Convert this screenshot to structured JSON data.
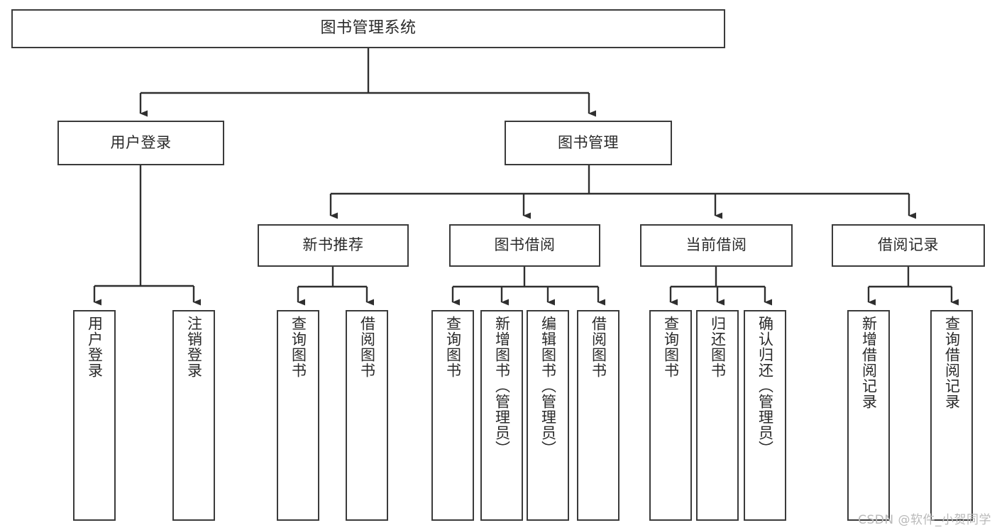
{
  "diagram": {
    "title": "图书管理系统",
    "type": "tree-hierarchy-chart",
    "root": {
      "label": "图书管理系统"
    },
    "level2": [
      {
        "label": "用户登录"
      },
      {
        "label": "图书管理"
      }
    ],
    "level3": [
      {
        "label": "新书推荐"
      },
      {
        "label": "图书借阅"
      },
      {
        "label": "当前借阅"
      },
      {
        "label": "借阅记录"
      }
    ],
    "leaves": {
      "user_login": [
        {
          "label": "用户登录"
        },
        {
          "label": "注销登录"
        }
      ],
      "new_book_recommend": [
        {
          "label": "查询图书"
        },
        {
          "label": "借阅图书"
        }
      ],
      "book_borrow": [
        {
          "label": "查询图书"
        },
        {
          "label": "新增图书（管理员）"
        },
        {
          "label": "编辑图书（管理员）"
        },
        {
          "label": "借阅图书"
        }
      ],
      "current_borrow": [
        {
          "label": "查询图书"
        },
        {
          "label": "归还图书"
        },
        {
          "label": "确认归还（管理员）"
        }
      ],
      "borrow_record": [
        {
          "label": "新增借阅记录"
        },
        {
          "label": "查询借阅记录"
        }
      ]
    }
  },
  "watermark": {
    "text": "CSDN @软件_小贺同学"
  },
  "colors": {
    "border": "#3b3b3b",
    "text": "#2a2a2a",
    "background": "#ffffff",
    "watermark": "#b9b9b9"
  }
}
